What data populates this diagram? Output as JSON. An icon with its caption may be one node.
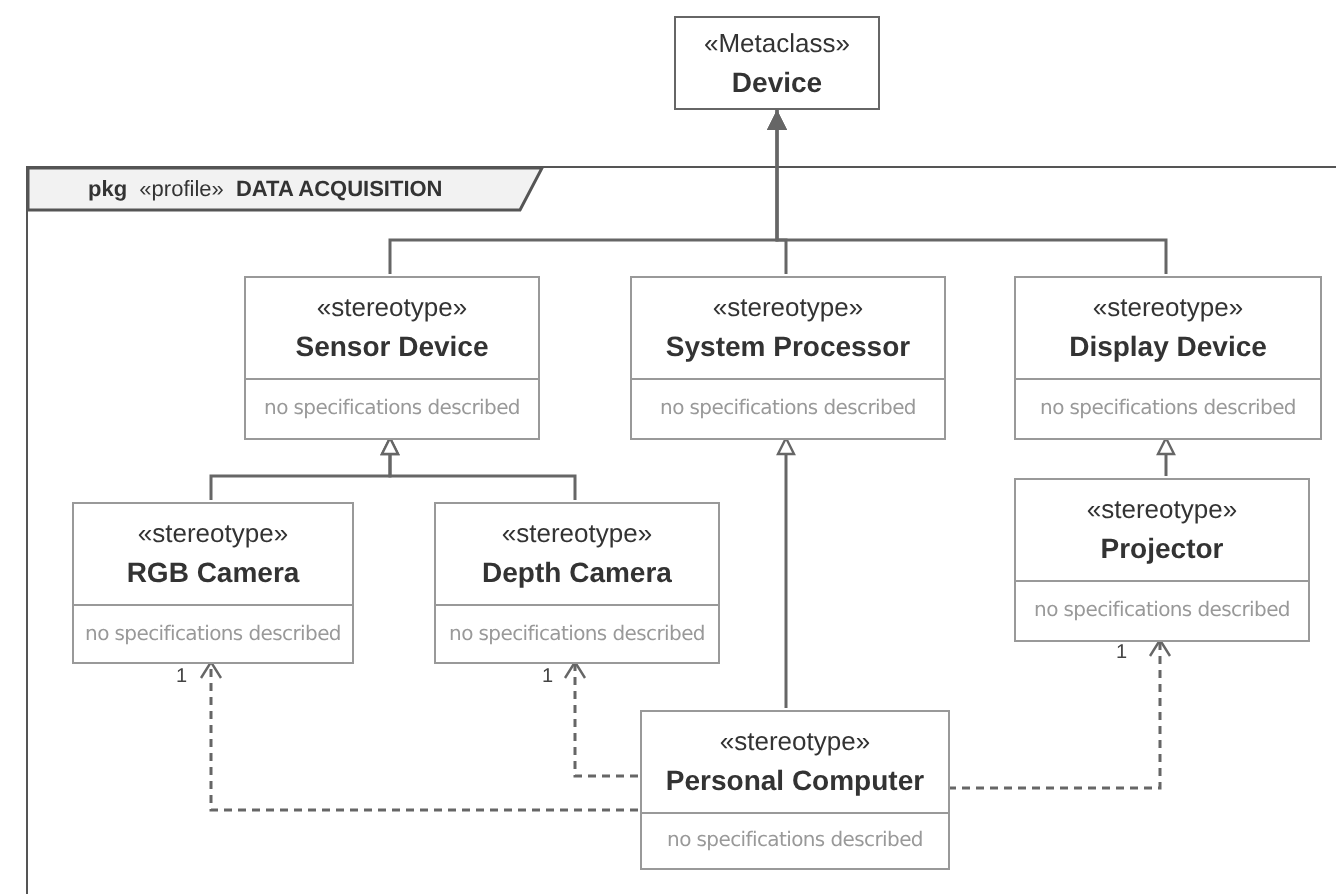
{
  "diagram": {
    "nodes": [
      {
        "text": [
          "«Metaclass»",
          "Device"
        ]
      },
      {
        "text": [
          "**pkg**  «profile»  **DATA ACQUISITION**"
        ]
      },
      {
        "text": [
          "«stereotype»",
          "Sensor Device",
          "no specifications described"
        ],
        "in": 1
      },
      {
        "text": [
          "«stereotype»",
          "System Processor",
          "no specifications described"
        ],
        "in": 1
      },
      {
        "text": [
          "«stereotype»",
          "Display Device",
          "no specifications described"
        ],
        "in": 1
      },
      {
        "text": [
          "«stereotype»",
          "RGB Camera",
          "no specifications described"
        ],
        "in": 1
      },
      {
        "text": [
          "«stereotype»",
          "Depth Camera",
          "no specifications described"
        ],
        "in": 1
      },
      {
        "text": [
          "«stereotype»",
          "Projector",
          "no specifications described"
        ],
        "in": 1
      },
      {
        "text": [
          "«stereotype»",
          "Personal Computer",
          "no specifications described"
        ],
        "in": 1
      }
    ],
    "edges": [
      {
        "from": 2,
        "to": 0,
        "arrow": "to"
      },
      {
        "from": 3,
        "to": 0,
        "arrow": "to"
      },
      {
        "from": 4,
        "to": 0,
        "arrow": "to"
      },
      {
        "from": 5,
        "to": 2,
        "arrow": "to"
      },
      {
        "from": 6,
        "to": 2,
        "arrow": "to"
      },
      {
        "from": 8,
        "to": 3,
        "arrow": "to"
      },
      {
        "from": 7,
        "to": 4,
        "arrow": "to"
      },
      {
        "from": 8,
        "to": 5,
        "arrow": "to",
        "label": "1",
        "style": "dashed"
      },
      {
        "from": 8,
        "to": 6,
        "arrow": "to",
        "label": "1",
        "style": "dashed"
      },
      {
        "from": 8,
        "to": 7,
        "arrow": "to",
        "label": "1",
        "style": "dashed"
      }
    ]
  }
}
